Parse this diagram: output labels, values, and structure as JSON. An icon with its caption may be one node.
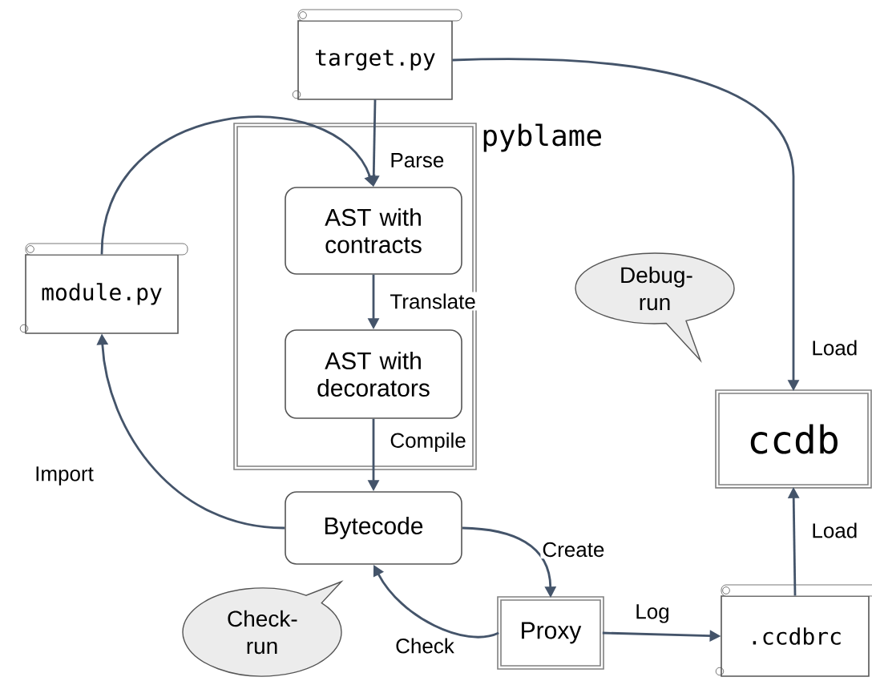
{
  "diagram": {
    "nodes": [
      {
        "text": [
          "target.py"
        ]
      },
      {
        "text": [
          "pyblame"
        ]
      },
      {
        "text": [
          "AST with contracts"
        ],
        "in": 1
      },
      {
        "text": [
          "AST with decorators"
        ],
        "in": 1
      },
      {
        "text": [
          "module.py"
        ]
      },
      {
        "text": [
          "Bytecode"
        ]
      },
      {
        "text": [
          "Proxy"
        ]
      },
      {
        "text": [
          "Debug-run"
        ]
      },
      {
        "text": [
          "Check-run"
        ]
      },
      {
        "text": [
          "ccdb"
        ]
      },
      {
        "text": [
          ".ccdbrc"
        ]
      }
    ],
    "edges": [
      {
        "from": 0,
        "to": 2,
        "arrow": "to",
        "label": "Parse"
      },
      {
        "from": 4,
        "to": 2,
        "arrow": "to"
      },
      {
        "from": 2,
        "to": 3,
        "arrow": "to",
        "label": "Translate"
      },
      {
        "from": 3,
        "to": 5,
        "arrow": "to",
        "label": "Compile"
      },
      {
        "from": 5,
        "to": 4,
        "arrow": "to",
        "label": "Import"
      },
      {
        "from": 5,
        "to": 6,
        "arrow": "to",
        "label": "Create"
      },
      {
        "from": 6,
        "to": 5,
        "arrow": "to",
        "label": "Check"
      },
      {
        "from": 6,
        "to": 10,
        "arrow": "to",
        "label": "Log"
      },
      {
        "from": 0,
        "to": 9,
        "arrow": "to",
        "label": "Load"
      },
      {
        "from": 10,
        "to": 9,
        "arrow": "to",
        "label": "Load"
      }
    ]
  }
}
